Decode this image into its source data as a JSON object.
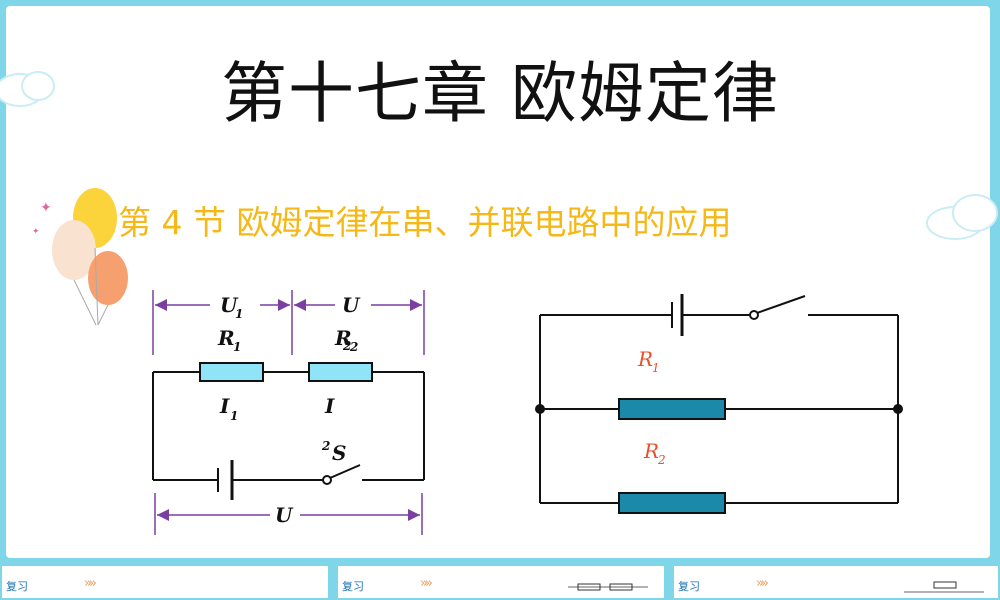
{
  "slide": {
    "title": "第十七章 欧姆定律",
    "subtitle": "第 4 节  欧姆定律在串、并联电路中的应用"
  },
  "series_circuit": {
    "label_u1": "U",
    "label_u1_sub": "1",
    "label_u2": "U",
    "label_u2_sub": "2",
    "label_r1": "R",
    "label_r1_sub": "1",
    "label_r2": "R",
    "label_r2_sub": "2",
    "label_i1": "I",
    "label_i1_sub": "1",
    "label_i2": "I",
    "label_i2_sub": "2",
    "label_switch": "S",
    "label_u": "U"
  },
  "parallel_circuit": {
    "label_r1": "R",
    "label_r1_sub": "1",
    "label_r2": "R",
    "label_r2_sub": "2"
  },
  "thumbnails": [
    {
      "label": "复习"
    },
    {
      "label": "复习"
    },
    {
      "label": "复习"
    }
  ],
  "colors": {
    "frame": "#7fd6e8",
    "title": "#111111",
    "subtitle": "#f5b816",
    "resistor_series": "#8fe4f7",
    "resistor_parallel": "#1a8aa8",
    "label_parallel": "#e8502a",
    "dimension_line": "#7a3fa0"
  }
}
